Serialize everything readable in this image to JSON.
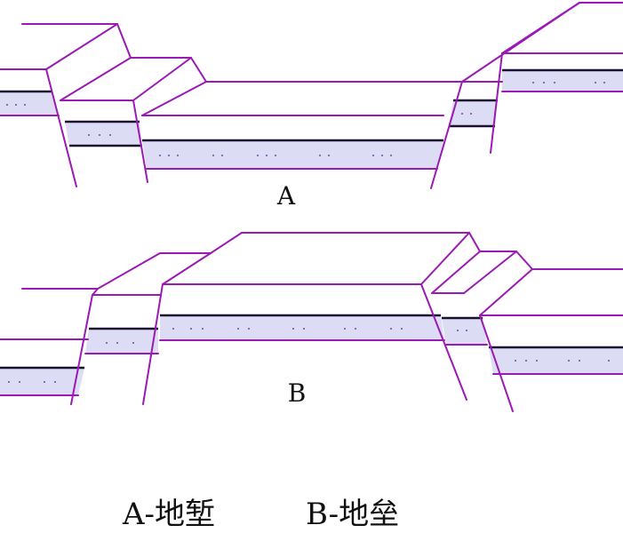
{
  "diagram": {
    "graben_label": "A",
    "horst_label": "B",
    "caption_graben": "A-地堑",
    "caption_horst": "B-地垒"
  },
  "colors": {
    "line": "#9b19b4",
    "bed_fill": "#dcdcf5",
    "bed_base": "#1a1030",
    "dots": "#6a4aa0"
  }
}
